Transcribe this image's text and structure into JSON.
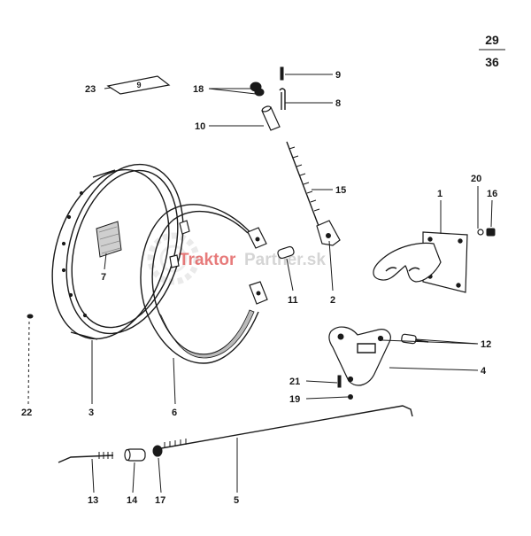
{
  "page_ref": {
    "top": "29",
    "bottom": "36"
  },
  "watermark": {
    "part_a": "Traktor",
    "part_b": "Partner.sk"
  },
  "tag_plate_text": "9",
  "callouts": {
    "c1": "1",
    "c2": "2",
    "c3": "3",
    "c4": "4",
    "c5": "5",
    "c6": "6",
    "c7": "7",
    "c8": "8",
    "c9": "9",
    "c10": "10",
    "c11": "11",
    "c12": "12",
    "c13": "13",
    "c14": "14",
    "c15": "15",
    "c16": "16",
    "c17": "17",
    "c18": "18",
    "c19": "19",
    "c20": "20",
    "c21": "21",
    "c22": "22",
    "c23": "23"
  },
  "colors": {
    "ink": "#1a1a1a",
    "watermark_red": "#e05050",
    "paper": "#ffffff"
  }
}
